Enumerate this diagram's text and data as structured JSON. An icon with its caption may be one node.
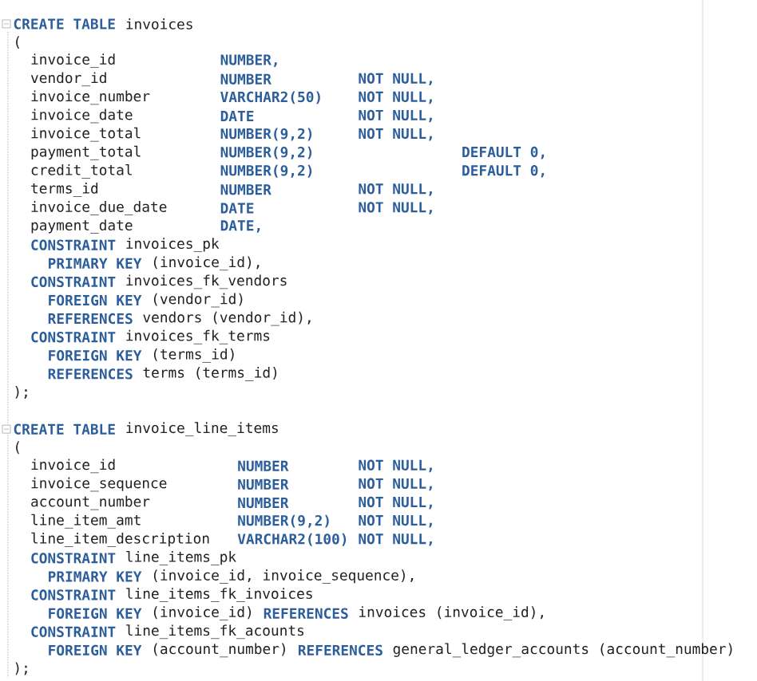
{
  "diagram": {
    "labels": [
      "CREATE TABLE",
      "invoices",
      "(",
      "invoice_id",
      "NUMBER,",
      "vendor_id",
      "NUMBER",
      "NOT NULL,",
      "invoice_number",
      "VARCHAR2(50)",
      "NOT NULL,",
      "invoice_date",
      "DATE",
      "NOT NULL,",
      "invoice_total",
      "NUMBER(9,2)",
      "NOT NULL,",
      "payment_total",
      "NUMBER(9,2)",
      "DEFAULT 0,",
      "credit_total",
      "NUMBER(9,2)",
      "DEFAULT 0,",
      "terms_id",
      "NUMBER",
      "NOT NULL,",
      "invoice_due_date",
      "DATE",
      "NOT NULL,",
      "payment_date",
      "DATE,",
      "CONSTRAINT",
      "invoices_pk",
      "PRIMARY KEY",
      "(invoice_id),",
      "CONSTRAINT",
      "invoices_fk_vendors",
      "FOREIGN KEY",
      "(vendor_id)",
      "REFERENCES",
      "vendors (vendor_id),",
      "CONSTRAINT",
      "invoices_fk_terms",
      "FOREIGN KEY",
      "(terms_id)",
      "REFERENCES",
      "terms (terms_id)",
      ");",
      "CREATE TABLE",
      "invoice_line_items",
      "(",
      "invoice_id",
      "NUMBER",
      "NOT NULL,",
      "invoice_sequence",
      "NUMBER",
      "NOT NULL,",
      "account_number",
      "NUMBER",
      "NOT NULL,",
      "line_item_amt",
      "NUMBER(9,2)",
      "NOT NULL,",
      "line_item_description",
      "VARCHAR2(100)",
      "NOT NULL,",
      "CONSTRAINT",
      "line_items_pk",
      "PRIMARY KEY",
      "(invoice_id, invoice_sequence),",
      "CONSTRAINT",
      "line_items_fk_invoices",
      "FOREIGN KEY",
      "(invoice_id)",
      "REFERENCES",
      "invoices (invoice_id),",
      "CONSTRAINT",
      "line_items_fk_acounts",
      "FOREIGN KEY",
      "(account_number)",
      "REFERENCES",
      "general_ledger_accounts (account_number)",
      ");"
    ]
  }
}
